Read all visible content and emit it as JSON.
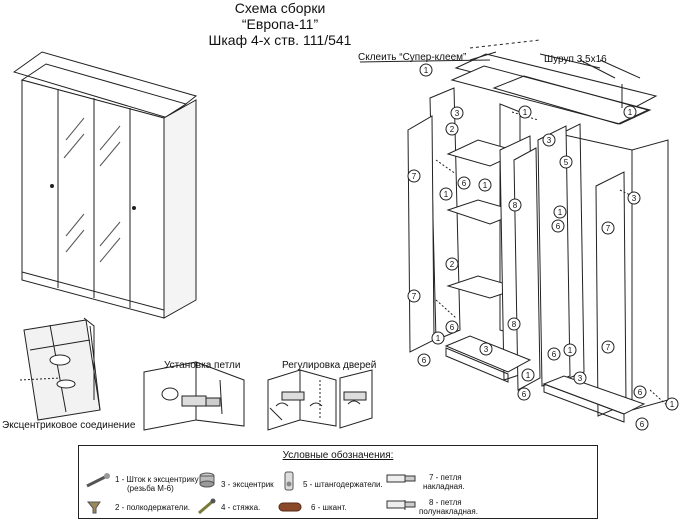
{
  "title": {
    "line1": "Схема сборки",
    "line2": "“Европа-11”",
    "line3": "Шкаф 4-х ств. 111/541"
  },
  "labels": {
    "glue": "Склеить “Супер-клеем”",
    "screw": "Шуруп 3,5х16",
    "hinge_install": "Установка петли",
    "door_adjust": "Регулировка дверей",
    "eccentric_joint": "Эксцентриковое соединение"
  },
  "legend": {
    "title": "Условные обозначения:",
    "items": [
      {
        "num": "1",
        "text1": "1 - Шток к эксцентрику",
        "text2": "(резьба М-6)"
      },
      {
        "num": "2",
        "text1": "2 - полкодержатели.",
        "text2": ""
      },
      {
        "num": "3",
        "text1": "3 - эксцентрик",
        "text2": ""
      },
      {
        "num": "4",
        "text1": "4 - стяжка.",
        "text2": ""
      },
      {
        "num": "5",
        "text1": "5 - штангодержатели.",
        "text2": ""
      },
      {
        "num": "6",
        "text1": "6 - шкант.",
        "text2": ""
      },
      {
        "num": "7",
        "text1": "7 - петля",
        "text2": "накладная."
      },
      {
        "num": "8",
        "text1": "8 - петля",
        "text2": "полунакладная."
      }
    ]
  },
  "callouts": {
    "c1": "1",
    "c2": "2",
    "c3": "3",
    "c5": "5",
    "c6": "6",
    "c7": "7",
    "c8": "8"
  }
}
